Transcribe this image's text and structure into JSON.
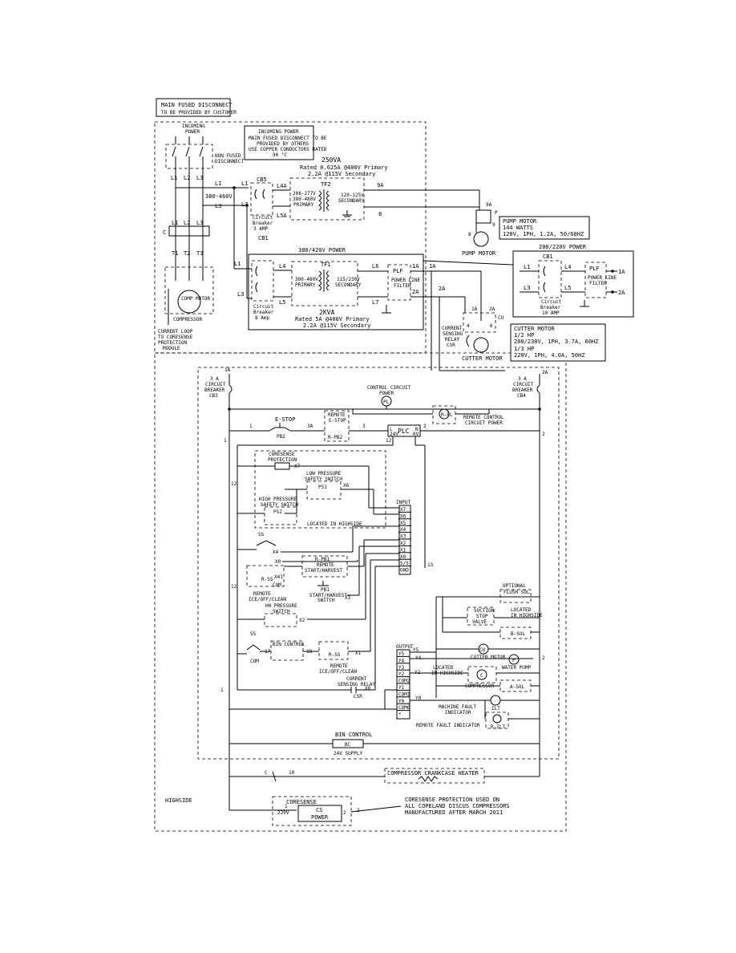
{
  "main_disconnect": {
    "line1": "MAIN FUSED DISCONNECT",
    "line2": "TO BE PROVIDED BY CUSTOMER"
  },
  "incoming_power": {
    "title": "INCOMING POWER",
    "line1": "MAIN FUSED DISCONNECT TO BE",
    "line2": "PROVIDED BY OTHERS",
    "line3": "USE COPPER CONDUCTORS RATED",
    "line4": "90 °C"
  },
  "top_left": {
    "incoming": "INCOMING",
    "power": "POWER",
    "non_fused": "NON FUSED",
    "disconnect": "DISCONNECT",
    "l1": "L1",
    "l2": "L2",
    "l3": "L3",
    "c": "C",
    "t1": "T1",
    "t2": "T2",
    "t3": "T3",
    "compressor": "COMPRESSOR",
    "comp_motor": "COMP MOTOR",
    "loop1": "CURRENT LOOP",
    "loop2": "TO CORESENSE",
    "loop3": "PROTECTION",
    "loop4": "MODULE"
  },
  "voltage_label": "380-460V",
  "cb5": {
    "name": "CB5",
    "l1": "L1",
    "l3": "L3",
    "b1": "Circuit",
    "b2": "Breaker",
    "b3": "3 AMP",
    "cb": "CB1"
  },
  "tf2": {
    "va": "250VA",
    "rating1": "Rated 0.625A @400V Primary",
    "rating2": "2.2A @115V Secondary",
    "name": "TF2",
    "pri1": "208-277V",
    "pri2": "380-480V",
    "pri3": "PRIMARY",
    "sec1": "120-125V",
    "sec2": "SECONDARY",
    "l4a": "L4A",
    "l5a": "L5A",
    "o9a": "9A",
    "o8": "8"
  },
  "pump": {
    "a": "9A",
    "p": "P",
    "b": "8",
    "c": "9",
    "label": "PUMP MOTOR",
    "info_title": "PUMP MOTOR",
    "info1": "144 WATTS",
    "info2": "120V, 1PH, 1.2A, 50/60HZ"
  },
  "tf1": {
    "header": "380/420V POWER",
    "l4": "L4",
    "l5": "L5",
    "l1": "L1",
    "l3": "L3",
    "b1": "Circuit",
    "b2": "Breaker",
    "b3": "8 Amp",
    "name": "TF1",
    "pri1": "380-480V",
    "pri2": "PRIMARY",
    "sec1": "115/230V",
    "sec2": "SECONDARY",
    "kva": "2KVA",
    "rating1": "Rated 5A @400V Primary",
    "rating2": "2.2A @115V Secondary",
    "l6": "L6",
    "l7": "L7",
    "plf": "PLF",
    "plf2": "POWER LINE",
    "plf3": "FILTER",
    "o1a": "1A",
    "o2a": "2A"
  },
  "alt_power": {
    "header": "200/220V POWER",
    "cb": "CB1",
    "l1": "L1",
    "l3": "L3",
    "l4": "L4",
    "l5": "L5",
    "b1": "Circuit",
    "b2": "Breaker",
    "b3": "10 AMP",
    "plf": "PLF",
    "plf2": "POWER LINE",
    "plf3": "FILTER",
    "o1a": "1A",
    "o2a": "2A"
  },
  "csr": {
    "a": "1A",
    "b": "2A",
    "cu": "CU",
    "n4": "4",
    "n6": "6",
    "l1": "CURRENT",
    "l2": "SENSING",
    "l3": "RELAY",
    "l4": "CSR",
    "motor": "CUTTER MOTOR"
  },
  "cutter_info": {
    "l1": "CUTTER MOTOR",
    "l2": "1/2 HP",
    "l3": "208/230V, 1PH, 3.7A, 60HZ",
    "l4": "1/3 HP",
    "l5": "220V, 1PH, 4.0A, 50HZ"
  },
  "control": {
    "n1a": "1A",
    "n2a": "2A",
    "cb3_1": "3 A",
    "cb3_2": "CIRCUIT",
    "cb3_3": "BREAKER",
    "cb3_4": "CB3",
    "cb4_1": "3 A",
    "cb4_2": "CIRCUIT",
    "cb4_3": "BREAKER",
    "cb4_4": "CB4",
    "ccp1": "CONTROL CIRCUIT",
    "ccp2": "POWER",
    "ccp_sym": "PL",
    "rcp1": "REMOTE CONTROL",
    "rcp2": "CIRCUIT POWER",
    "rcp_sym": "R-PL",
    "n1": "1",
    "estop": "E-STOP",
    "pb2": "PB2",
    "n3a": "3A",
    "re1": "REMOTE",
    "re2": "E-STOP",
    "rpb2": "R-PB2",
    "n3": "3",
    "plc": "PLC",
    "plc_l": "L",
    "plc_n": "N",
    "plc_24v": "24V",
    "plc_0v": "0V",
    "n12": "12",
    "n2": "2",
    "n13": "13",
    "left1": "1",
    "left12a": "12",
    "left12b": "12",
    "left1b": "1",
    "right2a": "2",
    "right2b": "2",
    "core1": "CORESENSE",
    "core2": "PROTECTION",
    "core_x7": "X7",
    "lp1": "LOW PRESSURE",
    "lp2": "SAFETY SWITCH",
    "lp_ps": "PS1",
    "lp_x6": "X6",
    "hp1": "HIGH PRESSURE",
    "hp2": "SAFETY SWITCH",
    "hp_ps": "PS2",
    "located": "LOCATED IN HIGHSIDE",
    "input": "INPUT",
    "inputs": [
      "X7",
      "X6",
      "X5",
      "X4",
      "X3",
      "X2",
      "X1",
      "X0",
      "S/S",
      "GND"
    ],
    "ss": "SS",
    "ss_x4": "X4",
    "ss_x0": "X0",
    "rss_x41": "X41",
    "rss": "R-SS",
    "rss_com": "COM",
    "rss1": "REMOTE",
    "rss2": "ICE/OFF/CLEAN",
    "rpb1": "R-PB1",
    "rpb_1": "REMOTE",
    "rpb_2": "START/HARVEST",
    "pb1": "PB1",
    "pb1_1": "START/HARVEST",
    "pb1_2": "SWITCH",
    "pb1_x3": "X3",
    "hhp1": "HH PRESSURE",
    "hhp2": "SWITCH",
    "hhp_x2": "X2",
    "ss2": "SS",
    "ss2_com": "COM",
    "bin1": "BIN CONTROL",
    "bin_n17": "17",
    "bin_n18": "18",
    "rss2_name": "R-SS",
    "rss2_1": "REMOTE",
    "rss2_2": "ICE/OFF/CLEAN",
    "rss2_x1": "X1",
    "csr1": "CURRENT",
    "csr2": "SENSING RELAY",
    "csr3": "CSR",
    "csr_x0": "X0",
    "output": "OUTPUT",
    "outputs": [
      "Y5",
      "Y4",
      "Y3",
      "Y2",
      "COM2",
      "Y1",
      "COM1",
      "Y0",
      "COM0",
      "*"
    ],
    "osol1": "OPTIONAL",
    "osol2": "FLUSH SOL",
    "suc1": "SUCTION",
    "suc2": "STOP",
    "suc3": "VALVE",
    "suc_loc1": "LOCATED",
    "suc_loc2": "IN HIGHSIDE",
    "bsol": "B-SOL",
    "y5": "Y5",
    "cu": "CU",
    "cutter": "CUTTER MOTOR",
    "y4": "Y4",
    "p": "P",
    "water": "WATER PUMP",
    "comp_loc1": "LOCATED",
    "comp_loc2": "IN HIGHSIDE",
    "c": "C",
    "compressor": "COMPRESSOR",
    "y2": "Y2",
    "asol": "A-SOL",
    "y0": "Y0",
    "mf1": "MACHINE FAULT",
    "mf2": "INDICATOR",
    "ilt": "ILT",
    "rfi": "REMOTE FAULT INDICATOR",
    "rilt": "R-ILT",
    "bin2": "BIN CONTROL",
    "bc": "BC",
    "supply": "24V SUPPLY"
  },
  "highside": {
    "label": "HIGHSIDE",
    "c": "C",
    "n10": "10",
    "heater": "COMPRESSOR CRANKCASE HEATER",
    "n1": "1",
    "core": "CORESENSE",
    "cs": "CS",
    "power": "POWER",
    "v": "220V",
    "n2": "2",
    "n2b": "2",
    "note1": "CORESENSE PROTECTION USED ON",
    "note2": "ALL COPELAND DISCUS COMPRESSORS",
    "note3": "MANUFACTURED AFTER MARCH 2011"
  }
}
